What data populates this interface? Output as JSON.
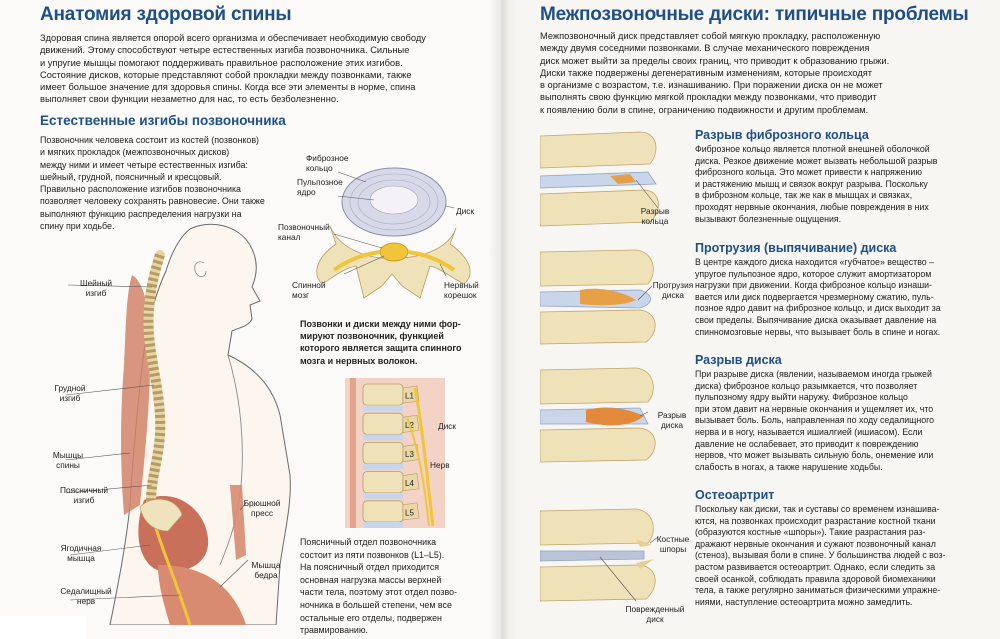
{
  "left_page": {
    "title": "Анатомия здоровой спины",
    "intro": [
      "Здоровая спина является опорой всего организма и обеспечивает необходимую свободу",
      "движений. Этому способствуют четыре естественных изгиба позвоночника. Сильные",
      "и упругие мышцы помогают поддерживать правильное расположение этих изгибов.",
      "Состояние дисков, которые представляют собой прокладки между позвонками, также",
      "имеет большое значение для здоровья спины. Когда все эти элементы в норме, спина",
      "выполняет свои функции незаметно для нас, то есть безболезненно."
    ],
    "section_title": "Естественные изгибы позвоночника",
    "section_text": [
      "Позвоночник человека состоит из костей (позвонков)",
      "и мягких прокладок (межпозвоночных дисков)",
      "между ними и имеет четыре естественных изгиба:",
      "шейный, грудной, поясничный и кресцовый.",
      "Правильно расположение изгибов позвоночника",
      "позволяет человеку сохранять равновесие. Они также",
      "выполняют функцию распределения нагрузки на",
      "спину при ходьбе."
    ],
    "disc_diagram": {
      "labels": {
        "fibrous_ring": "Фиброзное\nкольцо",
        "nucleus": "Пульпозное\nядро",
        "disc": "Диск",
        "spinal_canal": "Позвоночный\nканал",
        "spinal_cord": "Спинной\nмозг",
        "nerve_root": "Нервный\nкорешок"
      },
      "caption": [
        "Позвонки и диски между ними фор-",
        "мируют позвоночник, функцией",
        "которого является защита спинного",
        "мозга и нервных волокон."
      ]
    },
    "body_labels": {
      "cervical": "Шейный\nизгиб",
      "thoracic": "Грудной\nизгиб",
      "back_muscles": "Мышцы\nспины",
      "lumbar": "Поясничный\nизгиб",
      "abdominal": "Брюшной\nпресс",
      "gluteal": "Ягодичная\nмышца",
      "thigh": "Мышца\nбедра",
      "sciatic": "Седалищный\nнерв"
    },
    "lumbar_diagram": {
      "vertebrae": [
        "L1",
        "L2",
        "L3",
        "L4",
        "L5"
      ],
      "disc_label": "Диск",
      "nerve_label": "Нерв",
      "caption": [
        "Поясничный отдел позвоночника",
        "состоит из пяти позвонков (L1–L5).",
        "На поясничный отдел приходится",
        "основная нагрузка массы верхней",
        "части тела, поэтому этот отдел позво-",
        "ночника в большей степени, чем все",
        "остальные его отделы, подвержен",
        "травмированию."
      ]
    }
  },
  "right_page": {
    "title": "Межпозвоночные диски: типичные проблемы",
    "intro": [
      "Межпозвоночный диск представляет собой мягкую прокладку, расположенную",
      "между двумя соседними позвонками. В случае механического повреждения",
      "диск может выйти за пределы своих границ, что приводит к образованию грыжи.",
      "Диски также подвержены дегенеративным изменениям, которые происходят",
      "в организме с возрастом, т.е. изнашиванию. При поражении диска он не может",
      "выполнять свою функцию мягкой прокладки между позвонками, что приводит",
      "к появлению боли в спине, ограничению подвижности и другим проблемам."
    ],
    "sections": [
      {
        "title": "Разрыв фиброзного кольца",
        "label": "Разрыв\nкольца",
        "text": [
          "Фиброзное кольцо является плотной внешней оболочкой",
          "диска. Резкое движение может вызвать небольшой разрыв",
          "фиброзного кольца. Это может привести к напряжению",
          "и растяжению мышц и связок вокруг разрыва. Поскольку",
          "в фиброзном кольце, так же как в мышцах и связках,",
          "проходят нервные окончания, любые повреждения в них",
          "вызывают болезненные ощущения."
        ]
      },
      {
        "title": "Протрузия (выпячивание) диска",
        "label": "Протрузия\nдиска",
        "text": [
          "В центре каждого диска находится «губчатое» вещество –",
          "упругое пульпозное ядро, которое служит амортизатором",
          "нагрузки при движении. Когда фиброзное кольцо изнаши-",
          "вается или диск подвергается чрезмерному сжатию, пуль-",
          "позное ядро давит на фиброзное кольцо, и диск выходит за",
          "свои пределы. Выпячивание диска оказывает давление на",
          "спинномозговые нервы, что вызывает боль в спине и ногах."
        ]
      },
      {
        "title": "Разрыв диска",
        "label": "Разрыв\nдиска",
        "text": [
          "При разрыве диска (явлении, называемом иногда грыжей",
          "диска) фиброзное кольцо разымкается, что позволяет",
          "пульпозному ядру выйти наружу. Фиброзное кольцо",
          "при этом давит на нервные окончания и ущемляет их, что",
          "вызывает боль. Боль, направленная по ходу седалищного",
          "нерва и в ногу, называется ишиалгией (ишиасом). Если",
          "давление не ослабевает, это приводит к повреждению",
          "нервов, что может вызывать сильную боль, онемение или",
          "слабость в ногах, а также нарушение ходьбы."
        ]
      },
      {
        "title": "Остеоартрит",
        "label": "Костные\nшпоры",
        "label2": "Поврежденный\nдиск",
        "text": [
          "Поскольку как диски, так и суставы со временем изнашива-",
          "ются, на позвонках происходит разрастание костной ткани",
          "(образуются костные «шпоры»). Такие разрастания раз-",
          "дражают нервные окончания и сужают позвоночный канал",
          "(стеноз), вызывая боли в спине. У большинства людей с воз-",
          "растом развивается остеоартрит. Однако, если следить за",
          "своей осанкой, соблюдать правила здоровой биомеханики",
          "тела, а также регулярно заниматься физическими упражне-",
          "ниями, наступление остеоартрита можно замедлить."
        ]
      }
    ]
  },
  "colors": {
    "heading": "#1e4f86",
    "muscle": "#d2826a",
    "bone": "#f0e2b8",
    "nerve": "#f2c43a"
  }
}
